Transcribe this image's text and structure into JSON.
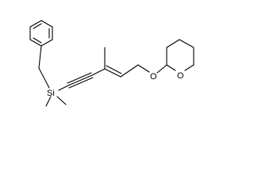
{
  "molecule": {
    "atoms": {
      "silicon": "Si",
      "oxygen_ether": "O",
      "oxygen_ring": "O"
    }
  }
}
